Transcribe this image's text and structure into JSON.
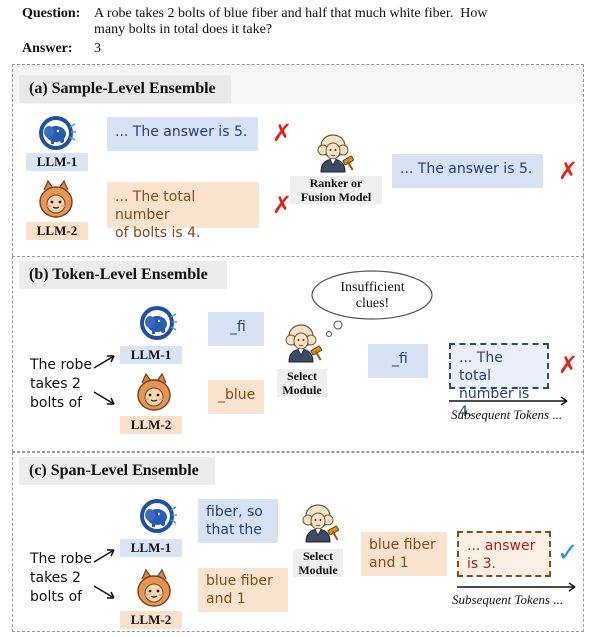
{
  "question": {
    "q_label": "Question:",
    "q_text_line1": "A robe takes 2 bolts of blue fiber and half that much white fiber.  How",
    "q_text_line2": "many bolts in total does it take?",
    "a_label": "Answer:",
    "a_text": "3"
  },
  "section_a": {
    "title": "(a) Sample-Level Ensemble",
    "llm1_label": "LLM-1",
    "llm2_label": "LLM-2",
    "llm1_output": "... The answer is 5.",
    "llm2_output_line1": "... The total number",
    "llm2_output_line2": "of bolts is 4.",
    "judge_label_line1": "Ranker or",
    "judge_label_line2": "Fusion Model",
    "final_output": "... The answer is 5.",
    "cross": "✗"
  },
  "section_b": {
    "title": "(b) Token-Level Ensemble",
    "thought_line1": "Insufficient",
    "thought_line2": "clues!",
    "prompt_lines": [
      "The robe",
      "takes 2",
      "bolts of"
    ],
    "llm1_label": "LLM-1",
    "llm2_label": "LLM-2",
    "llm1_token": "_fi",
    "llm2_token": "_blue",
    "select_label_line1": "Select",
    "select_label_line2": "Module",
    "selected_token": "_fi",
    "result_line1": "... The total",
    "result_line2": "number is 4.",
    "subsequent": "Subsequent Tokens ...",
    "cross": "✗"
  },
  "section_c": {
    "title": "(c) Span-Level Ensemble",
    "prompt_lines": [
      "The robe",
      "takes 2",
      "bolts of"
    ],
    "llm1_label": "LLM-1",
    "llm2_label": "LLM-2",
    "llm1_span_line1": "fiber, so",
    "llm1_span_line2": "that the",
    "llm2_span_line1": "blue fiber",
    "llm2_span_line2": "and 1",
    "select_label_line1": "Select",
    "select_label_line2": "Module",
    "selected_line1": "blue fiber",
    "selected_line2": "and 1",
    "result_line1": "... answer",
    "result_line2": "is 3.",
    "subsequent": "Subsequent Tokens ...",
    "check": "✓"
  },
  "colors": {
    "blue_bubble": "#d7e3f5",
    "orange_bubble": "#fbe4cf",
    "cross_red": "#e0261b",
    "check_blue": "#2f8fe0"
  }
}
